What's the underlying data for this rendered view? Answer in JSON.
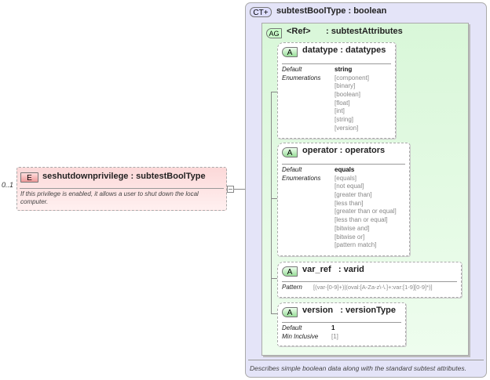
{
  "element": {
    "occurrence": "0..1",
    "badge": "E",
    "title": "seshutdownprivilege : subtestBoolType",
    "description": "If this privilege is enabled, it allows a user to shut down the local computer."
  },
  "complex_type": {
    "badge": "CT+",
    "title": "subtestBoolType : boolean",
    "description": "Describes simple boolean data along with the standard subtest attributes."
  },
  "attribute_group": {
    "badge": "AG",
    "ref": "<Ref>",
    "title": ": subtestAttributes"
  },
  "attributes": [
    {
      "badge": "A",
      "title": "datatype : datatypes",
      "labels": [
        "Default",
        "Enumerations"
      ],
      "default": "string",
      "enumerations": [
        "[component]",
        "[binary]",
        "[boolean]",
        "[float]",
        "[int]",
        "[string]",
        "[version]"
      ]
    },
    {
      "badge": "A",
      "title": "operator : operators",
      "labels": [
        "Default",
        "Enumerations"
      ],
      "default": "equals",
      "enumerations": [
        "[equals]",
        "[not equal]",
        "[greater than]",
        "[less than]",
        "[greater than or equal]",
        "[less than or equal]",
        "[bitwise and]",
        "[bitwise or]",
        "[pattern match]"
      ]
    },
    {
      "badge": "A",
      "title": "var_ref   : varid",
      "labels": [
        "Pattern"
      ],
      "pattern": "[(var-[0-9]+)|(oval:[A-Za-z\\-\\.]+:var:[1-9][0-9]*)]"
    },
    {
      "badge": "A",
      "title": "version   : versionType",
      "labels": [
        "Default",
        "Min Inclusive"
      ],
      "default": "1",
      "min_inclusive": "[1]"
    }
  ]
}
